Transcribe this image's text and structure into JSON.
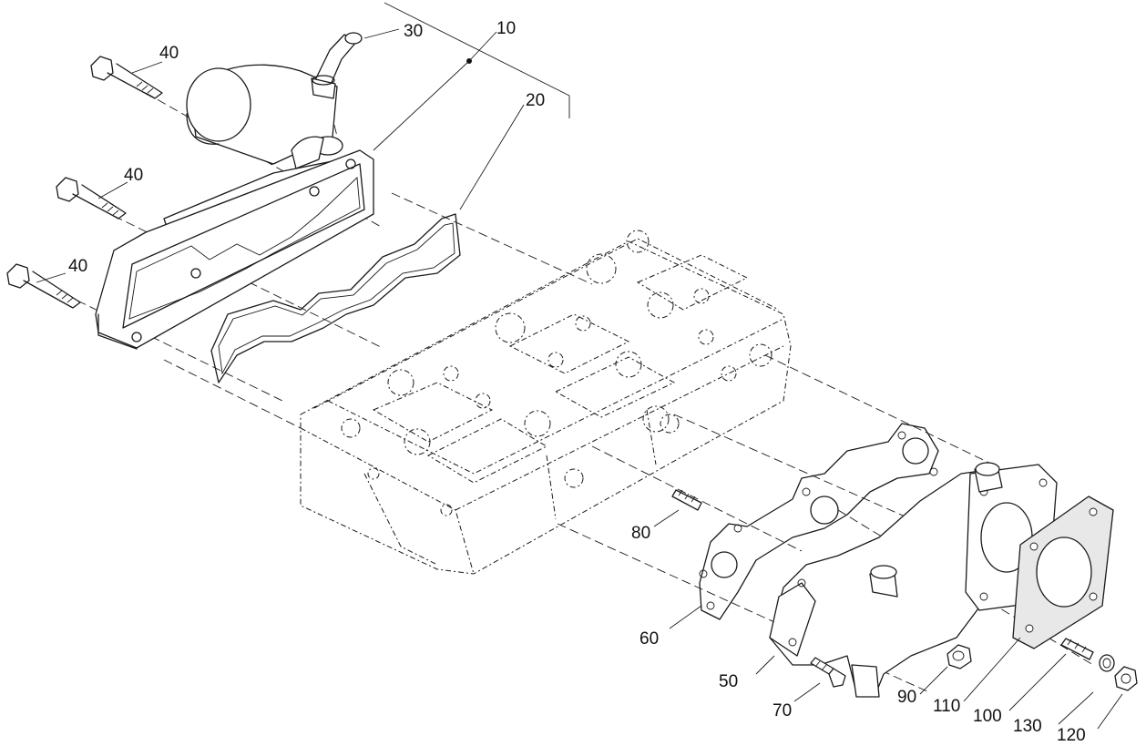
{
  "callouts": [
    {
      "id": "c10",
      "text": "10"
    },
    {
      "id": "c20",
      "text": "20"
    },
    {
      "id": "c30",
      "text": "30"
    },
    {
      "id": "c40a",
      "text": "40"
    },
    {
      "id": "c40b",
      "text": "40"
    },
    {
      "id": "c40c",
      "text": "40"
    },
    {
      "id": "c50",
      "text": "50"
    },
    {
      "id": "c60",
      "text": "60"
    },
    {
      "id": "c70",
      "text": "70"
    },
    {
      "id": "c80",
      "text": "80"
    },
    {
      "id": "c90",
      "text": "90"
    },
    {
      "id": "c100",
      "text": "100"
    },
    {
      "id": "c110",
      "text": "110"
    },
    {
      "id": "c120",
      "text": "120"
    },
    {
      "id": "c130",
      "text": "130"
    }
  ]
}
